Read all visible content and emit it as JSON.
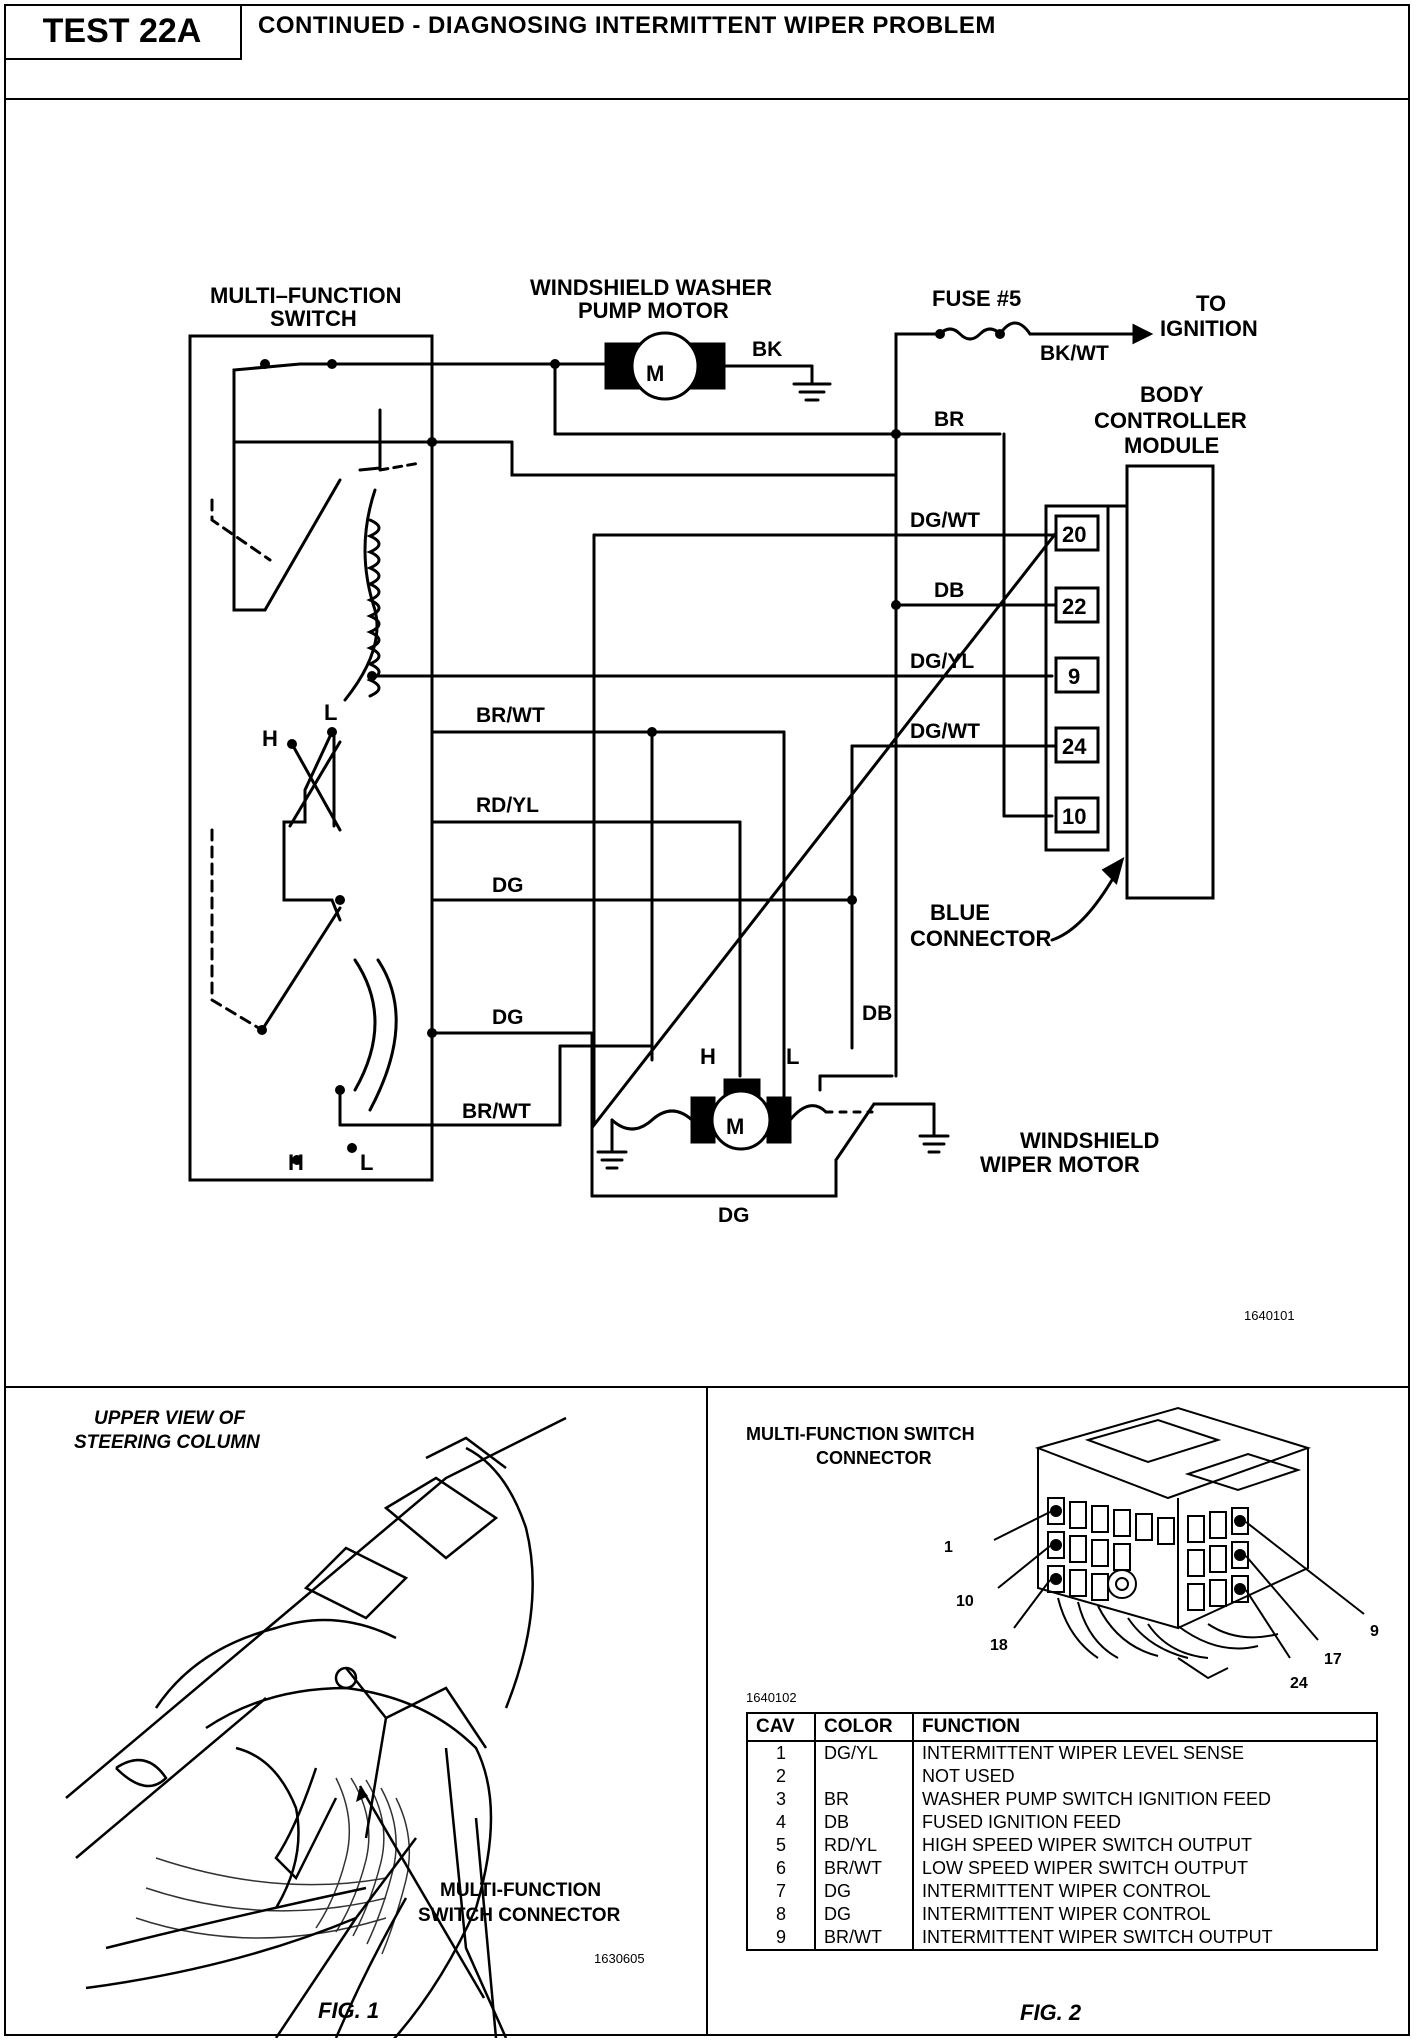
{
  "header": {
    "test_id": "TEST 22A",
    "title": "CONTINUED - DIAGNOSING INTERMITTENT WIPER PROBLEM"
  },
  "schematic": {
    "multi_function_switch": "MULTI-FUNCTION SWITCH",
    "washer_pump_motor": "WINDSHIELD WASHER PUMP MOTOR",
    "fuse": "FUSE #5",
    "to_ignition": "TO IGNITION",
    "body_controller_module": "BODY CONTROLLER MODULE",
    "blue_connector": "BLUE CONNECTOR",
    "wiper_motor": "WINDSHIELD WIPER MOTOR",
    "motor_symbol": "M",
    "wire_labels": [
      "BK",
      "BK/WT",
      "BR",
      "DG/WT",
      "DB",
      "DG/YL",
      "DG/WT",
      "BR/WT",
      "RD/YL",
      "DG",
      "DG",
      "BR/WT",
      "DB",
      "DG"
    ],
    "pins": [
      "20",
      "22",
      "9",
      "24",
      "10"
    ],
    "speed_labels": {
      "high": "H",
      "low": "L"
    },
    "figure_id": "1640101"
  },
  "fig1": {
    "caption": "FIG. 1",
    "view_label": "UPPER VIEW OF STEERING COLUMN",
    "connector_label": "MULTI-FUNCTION SWITCH CONNECTOR",
    "figure_id": "1630605"
  },
  "fig2": {
    "caption": "FIG. 2",
    "connector_title": "MULTI-FUNCTION SWITCH CONNECTOR",
    "cavity_callouts": [
      "1",
      "10",
      "18",
      "9",
      "17",
      "24"
    ],
    "figure_id": "1640102",
    "table": {
      "headers": [
        "CAV",
        "COLOR",
        "FUNCTION"
      ],
      "rows": [
        [
          "1",
          "DG/YL",
          "INTERMITTENT WIPER LEVEL SENSE"
        ],
        [
          "2",
          "",
          "NOT USED"
        ],
        [
          "3",
          "BR",
          "WASHER PUMP SWITCH IGNITION FEED"
        ],
        [
          "4",
          "DB",
          "FUSED IGNITION FEED"
        ],
        [
          "5",
          "RD/YL",
          "HIGH SPEED WIPER SWITCH OUTPUT"
        ],
        [
          "6",
          "BR/WT",
          "LOW SPEED WIPER SWITCH OUTPUT"
        ],
        [
          "7",
          "DG",
          "INTERMITTENT WIPER CONTROL"
        ],
        [
          "8",
          "DG",
          "INTERMITTENT WIPER CONTROL"
        ],
        [
          "9",
          "BR/WT",
          "INTERMITTENT WIPER SWITCH OUTPUT"
        ]
      ]
    }
  }
}
